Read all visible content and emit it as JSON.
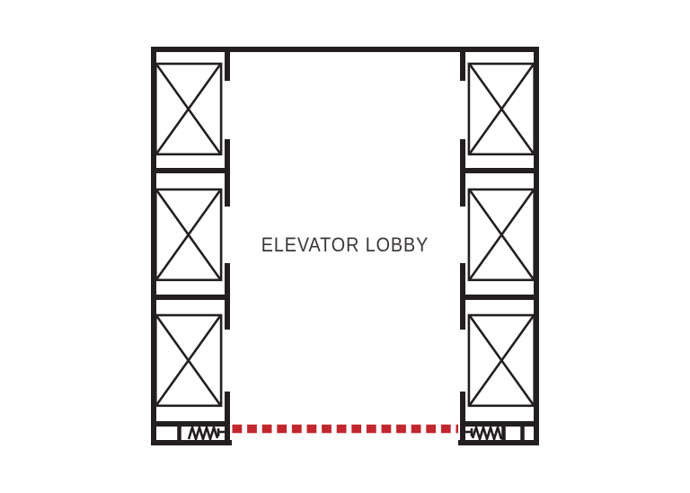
{
  "floor_plan": {
    "room_label": "ELEVATOR LOBBY",
    "left_bank": {
      "shaft_count": 3
    },
    "right_bank": {
      "shaft_count": 3
    }
  },
  "colors": {
    "ink": "#231f20",
    "shutter_red": "#c1272d",
    "background": "#ffffff",
    "label_text": "#3b3537"
  }
}
